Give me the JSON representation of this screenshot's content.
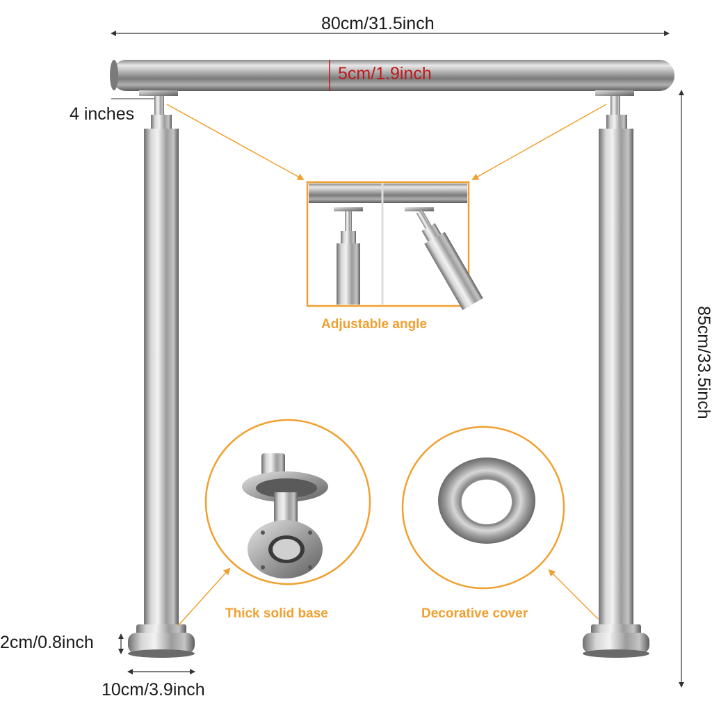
{
  "dimensions": {
    "width": "80cm/31.5inch",
    "rail_diameter": "5cm/1.9inch",
    "bracket_offset": "4 inches",
    "height": "85cm/33.5inch",
    "base_height": "2cm/0.8inch",
    "base_diameter": "10cm/3.9inch"
  },
  "callouts": {
    "adjustable_angle": "Adjustable angle",
    "thick_solid_base": "Thick solid base",
    "decorative_cover": "Decorative cover"
  },
  "colors": {
    "accent": "#f0a030",
    "rail_label": "#c0181a",
    "text": "#1a1a1a"
  }
}
